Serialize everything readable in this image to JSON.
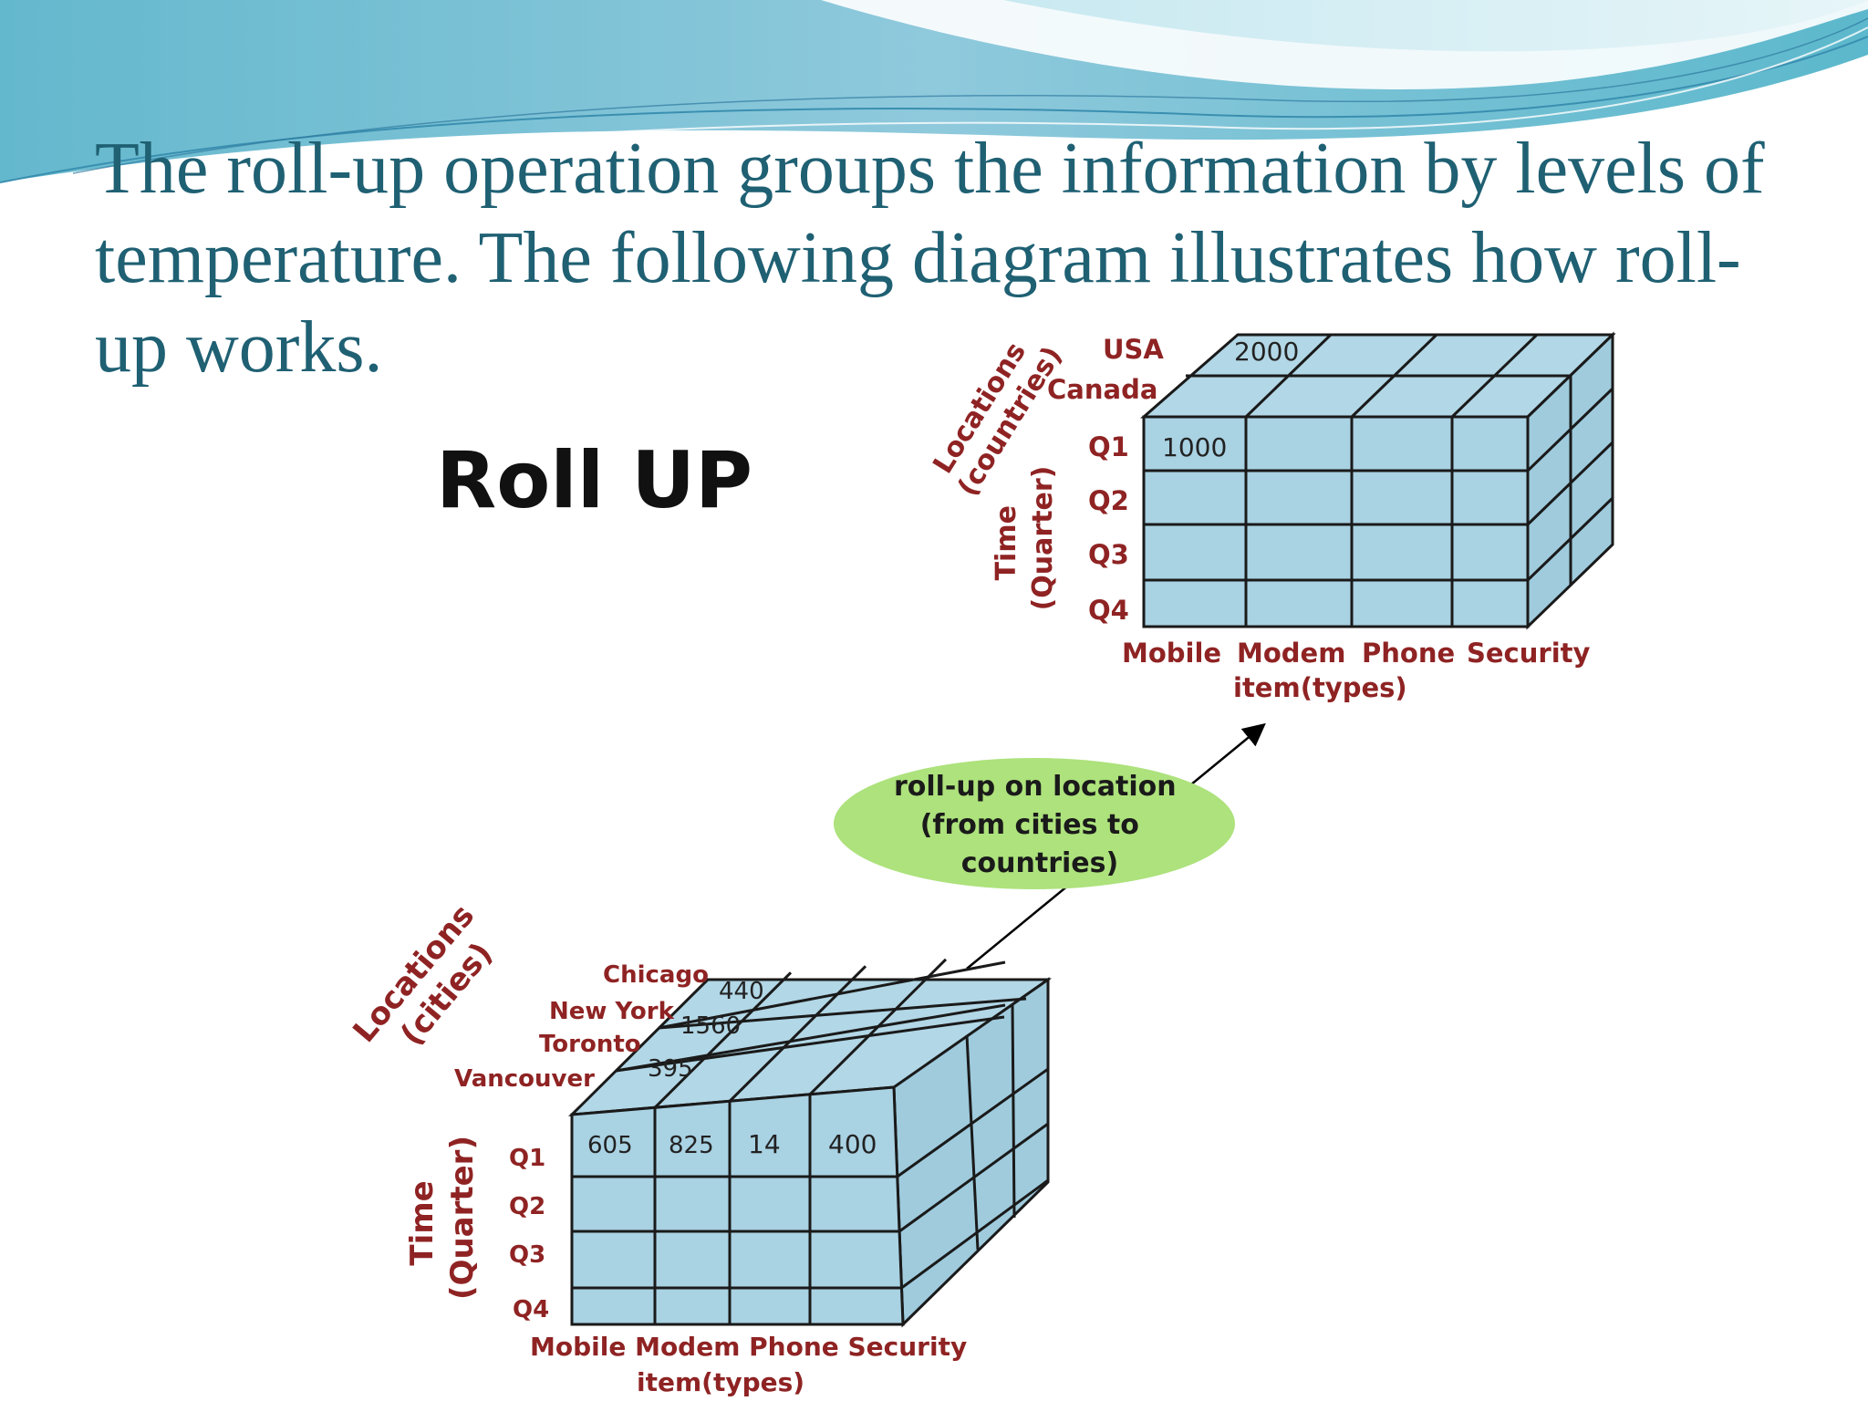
{
  "intro_text": "The roll-up operation groups the information by levels of temperature. The following diagram illustrates how roll-up works.",
  "diagram_title": "Roll UP",
  "top_cube": {
    "location_axis": [
      "Locations",
      "(countries)"
    ],
    "locations": [
      "USA",
      "Canada"
    ],
    "time_axis": [
      "Time",
      "(Quarter)"
    ],
    "quarters": [
      "Q1",
      "Q2",
      "Q3",
      "Q4"
    ],
    "items": [
      "Mobile",
      "Modem",
      "Phone",
      "Security"
    ],
    "item_axis": "item(types)",
    "top_value": "2000",
    "front_value": "1000"
  },
  "operation": [
    "roll-up on location",
    "(from cities to",
    "countries)"
  ],
  "bottom_cube": {
    "location_axis": [
      "Locations",
      "(cities)"
    ],
    "locations": [
      "Chicago",
      "New York",
      "Toronto",
      "Vancouver"
    ],
    "top_values": [
      "440",
      "1560",
      "395"
    ],
    "time_axis": [
      "Time",
      "(Quarter)"
    ],
    "quarters": [
      "Q1",
      "Q2",
      "Q3",
      "Q4"
    ],
    "front_values": [
      "605",
      "825",
      "14",
      "400"
    ],
    "items_label": "Mobile Modem Phone Security",
    "item_axis": "item(types)"
  },
  "colors": {
    "heading": "#1f6073",
    "label": "#8f2323",
    "cube_fill": "#a9d2e3",
    "oval": "#ade27c"
  }
}
